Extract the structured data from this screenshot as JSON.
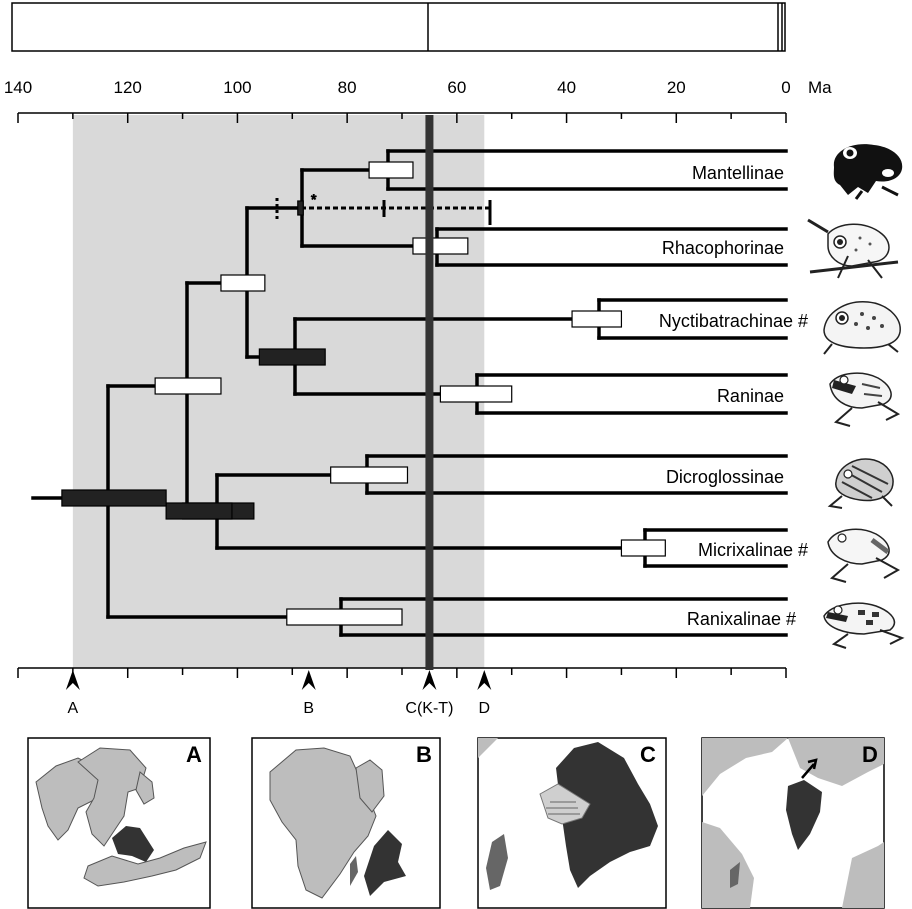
{
  "time_axis": {
    "ticks": [
      "140",
      "120",
      "100",
      "80",
      "60",
      "40",
      "20",
      "0"
    ],
    "unit": "Ma",
    "min": 0,
    "max": 140,
    "shaded_range": [
      130,
      55
    ],
    "kt_boundary": 65
  },
  "taxa": [
    {
      "name": "Mantellinae",
      "icon": "frog-mantellinae-icon"
    },
    {
      "name": "Rhacophorinae",
      "icon": "frog-rhacophorinae-icon"
    },
    {
      "name": "Nyctibatrachinae #",
      "icon": "frog-nyctibatrachinae-icon"
    },
    {
      "name": "Raninae",
      "icon": "frog-raninae-icon"
    },
    {
      "name": "Dicroglossinae",
      "icon": "frog-dicroglossinae-icon"
    },
    {
      "name": "Micrixalinae #",
      "icon": "frog-micrixalinae-icon"
    },
    {
      "name": "Ranixalinae #",
      "icon": "frog-ranixalinae-icon"
    }
  ],
  "tree_nodes": [
    {
      "age": 73,
      "ci": [
        76,
        68
      ],
      "style": "open"
    },
    {
      "age": 64,
      "ci": [
        68,
        58
      ],
      "style": "open"
    },
    {
      "age": 88,
      "ci": [
        89,
        88
      ],
      "style": "filled"
    },
    {
      "age": 100,
      "ci": [
        103,
        95
      ],
      "style": "open"
    },
    {
      "age": 34,
      "ci": [
        39,
        30
      ],
      "style": "open"
    },
    {
      "age": 56,
      "ci": [
        63,
        50
      ],
      "style": "open"
    },
    {
      "age": 89,
      "ci": [
        96,
        84
      ],
      "style": "filled"
    },
    {
      "age": 109,
      "ci": [
        115,
        103
      ],
      "style": "open"
    },
    {
      "age": 76,
      "ci": [
        83,
        69
      ],
      "style": "open"
    },
    {
      "age": 26,
      "ci": [
        30,
        22
      ],
      "style": "open"
    },
    {
      "age": 104,
      "ci": [
        110,
        97
      ],
      "style": "filled"
    },
    {
      "age": 111,
      "ci": [
        113,
        101
      ],
      "style": "filled"
    },
    {
      "age": 81,
      "ci": [
        91,
        70
      ],
      "style": "open"
    },
    {
      "age": 123,
      "ci": [
        132,
        113
      ],
      "style": "filled"
    }
  ],
  "dashed_lineage_marker": "*",
  "events": [
    {
      "label": "A",
      "age": 130
    },
    {
      "label": "B",
      "age": 87
    },
    {
      "label": "C(K-T)",
      "age": 65
    },
    {
      "label": "D",
      "age": 55
    }
  ],
  "maps": [
    {
      "label": "A"
    },
    {
      "label": "B"
    },
    {
      "label": "C"
    },
    {
      "label": "D"
    }
  ],
  "colors": {
    "shade": "#d9d9d9",
    "line": "#000000",
    "kt_bar": "#333333",
    "land": "#bdbdbd",
    "india": "#333333",
    "madagascar": "#666666"
  }
}
